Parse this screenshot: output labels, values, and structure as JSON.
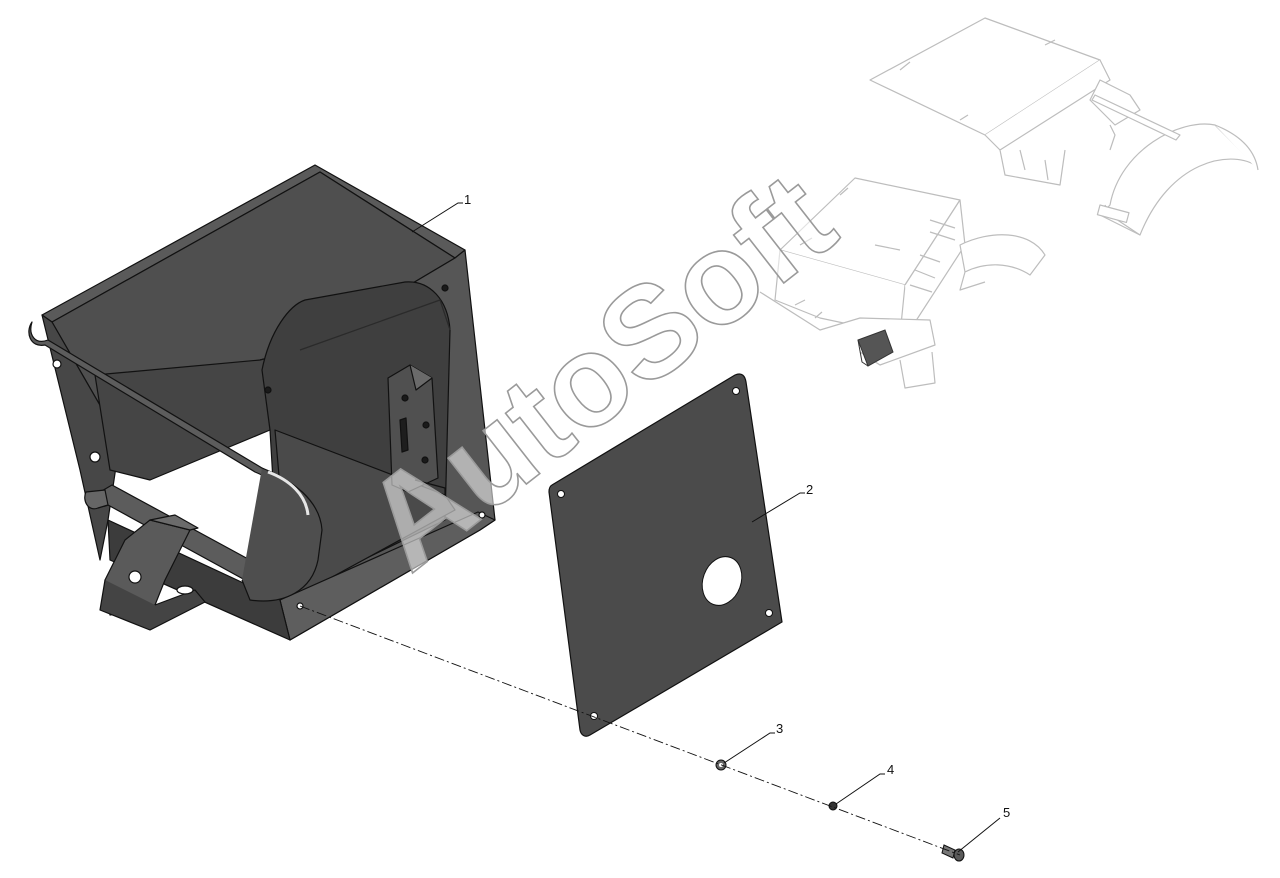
{
  "callouts": [
    {
      "id": "1",
      "label": "1"
    },
    {
      "id": "2",
      "label": "2"
    },
    {
      "id": "3",
      "label": "3"
    },
    {
      "id": "4",
      "label": "4"
    },
    {
      "id": "5",
      "label": "5"
    }
  ],
  "watermark": "AutoSoft",
  "colors": {
    "part_dark": "#4a4a4a",
    "part_mid": "#5a5a5a",
    "part_light": "#6a6a6a",
    "outline": "#111111",
    "context_line": "#bdbdbd",
    "highlight": "#555555"
  }
}
